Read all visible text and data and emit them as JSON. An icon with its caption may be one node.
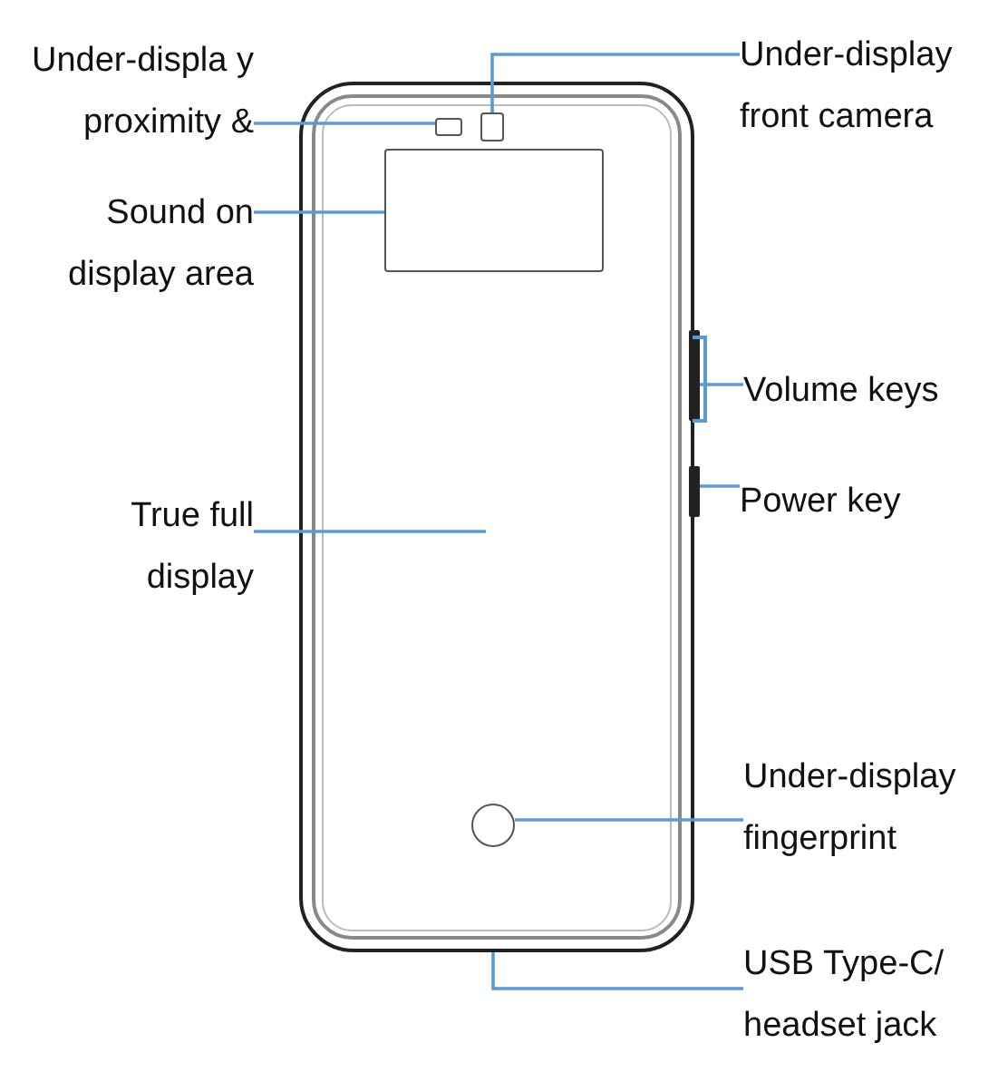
{
  "diagram": {
    "nodes": [
      {
        "text": [
          "Under-displa y proximity &"
        ]
      },
      {
        "text": [
          "Under-display front camera"
        ]
      },
      {
        "text": [
          "Sound on display area"
        ]
      },
      {
        "text": [
          "Volume keys"
        ]
      },
      {
        "text": [
          "Power key"
        ]
      },
      {
        "text": [
          "True full display"
        ]
      },
      {
        "text": [
          "Under-display fingerprint"
        ]
      },
      {
        "text": [
          "USB Type-C/ headset jack"
        ]
      },
      {
        "text": [],
        "shape": "box"
      },
      {
        "text": [],
        "shape": "box",
        "in": 8
      },
      {
        "text": [],
        "shape": "box",
        "in": 9
      },
      {
        "text": [],
        "shape": "box",
        "in": 9
      },
      {
        "text": [],
        "shape": "box",
        "in": 9
      },
      {
        "text": [],
        "shape": "circle",
        "in": 9
      },
      {
        "text": [],
        "shape": "bar"
      },
      {
        "text": [],
        "shape": "bar"
      }
    ],
    "edges": [
      {
        "from": 0,
        "to": 10,
        "arrow": "none"
      },
      {
        "from": 1,
        "to": 11,
        "arrow": "none"
      },
      {
        "from": 2,
        "to": 12,
        "arrow": "none"
      },
      {
        "from": 3,
        "to": 14,
        "arrow": "none"
      },
      {
        "from": 4,
        "to": 15,
        "arrow": "none"
      },
      {
        "from": 5,
        "to": 9,
        "arrow": "none"
      },
      {
        "from": 6,
        "to": 13,
        "arrow": "none"
      },
      {
        "from": 7,
        "to": 8,
        "arrow": "none"
      }
    ]
  }
}
